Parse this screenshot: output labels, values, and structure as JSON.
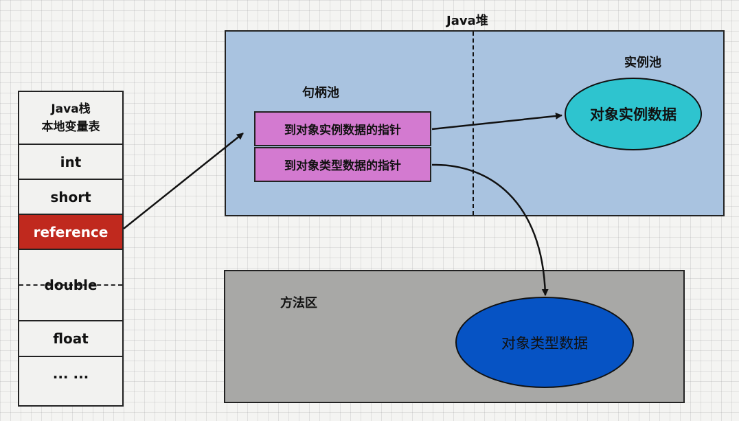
{
  "stack": {
    "header_line1": "Java栈",
    "header_line2": "本地变量表",
    "slots": [
      "int",
      "short",
      "reference",
      "double",
      "float",
      "... ..."
    ]
  },
  "heap": {
    "title": "Java堆",
    "handle_pool_label": "句柄池",
    "instance_pool_label": "实例池",
    "pointer_to_instance": "到对象实例数据的指针",
    "pointer_to_type": "到对象类型数据的指针",
    "instance_data": "对象实例数据"
  },
  "method_area": {
    "label": "方法区",
    "type_data": "对象类型数据"
  },
  "colors": {
    "reference_slot": "#c0291e",
    "heap_bg": "#a9c3e0",
    "pointer_bg": "#d37ad0",
    "instance_ellipse": "#2ec4cf",
    "method_area_bg": "#a8a8a6",
    "type_ellipse": "#0653c4"
  }
}
